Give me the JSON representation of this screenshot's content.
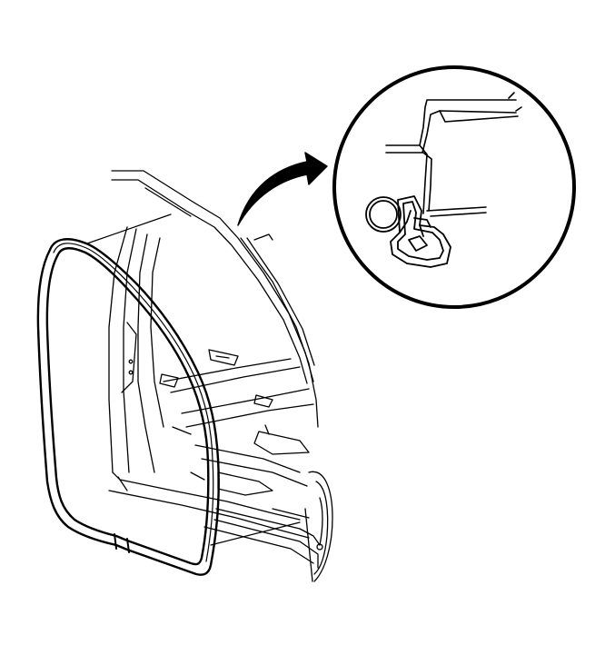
{
  "diagram": {
    "kind": "technical line illustration",
    "parts": [
      "door-opening-weatherstrip",
      "door-frame-body",
      "detail-callout-circle",
      "weatherstrip-cross-section",
      "callout-arrow"
    ]
  },
  "colors": {
    "background": "#ffffff",
    "ink": "#000000"
  }
}
